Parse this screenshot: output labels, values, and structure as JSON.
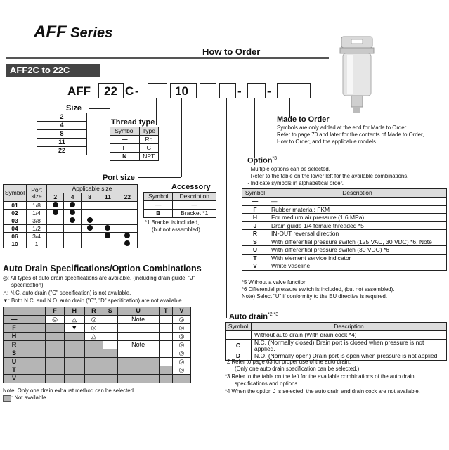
{
  "series_title": "AFF Series",
  "series_title_bold": "AFF",
  "series_title_rest": " Series",
  "how_to_order": "How to Order",
  "range": "AFF2C to 22C",
  "code": {
    "prefix": "AFF",
    "size": "22",
    "c": "C",
    "dash": "-",
    "ten": "10",
    "dash2": "-",
    "dash3": "-"
  },
  "size": {
    "title": "Size",
    "rows": [
      "2",
      "4",
      "8",
      "11",
      "22"
    ]
  },
  "thread": {
    "title": "Thread type",
    "headers": [
      "Symbol",
      "Type"
    ],
    "rows": [
      [
        "—",
        "Rc"
      ],
      [
        "F",
        "G"
      ],
      [
        "N",
        "NPT"
      ]
    ]
  },
  "port": {
    "title": "Port size",
    "h_symbol": "Symbol",
    "h_port": "Port size",
    "h_app": "Applicable size",
    "sizes": [
      "2",
      "4",
      "8",
      "11",
      "22"
    ],
    "rows": [
      {
        "sym": "01",
        "port": "1/8",
        "dots": [
          1,
          1,
          0,
          0,
          0
        ]
      },
      {
        "sym": "02",
        "port": "1/4",
        "dots": [
          1,
          1,
          0,
          0,
          0
        ]
      },
      {
        "sym": "03",
        "port": "3/8",
        "dots": [
          0,
          1,
          1,
          0,
          0
        ]
      },
      {
        "sym": "04",
        "port": "1/2",
        "dots": [
          0,
          0,
          1,
          1,
          0
        ]
      },
      {
        "sym": "06",
        "port": "3/4",
        "dots": [
          0,
          0,
          0,
          1,
          1
        ]
      },
      {
        "sym": "10",
        "port": "1",
        "dots": [
          0,
          0,
          0,
          0,
          1
        ]
      }
    ]
  },
  "accessory": {
    "title": "Accessory",
    "headers": [
      "Symbol",
      "Description"
    ],
    "rows": [
      [
        "—",
        "—"
      ],
      [
        "B",
        "Bracket *1"
      ]
    ],
    "note1": "*1  Bracket is included,",
    "note2": "(but not assembled)."
  },
  "made": {
    "title": "Made to Order",
    "l1": "Symbols are only added at the end for Made to Order.",
    "l2": "Refer to page 70 and later for the contents of Made to Order,",
    "l3": "How to Order, and the applicable models."
  },
  "option": {
    "title": "Option",
    "sup": "*3",
    "l1": "· Multiple options can be selected.",
    "l2": "· Refer to the table on the lower left for the available combinations.",
    "l3": "· Indicate symbols in alphabetical order.",
    "headers": [
      "Symbol",
      "Description"
    ],
    "rows": [
      [
        "—",
        "—"
      ],
      [
        "F",
        "Rubber material: FKM"
      ],
      [
        "H",
        "For medium air pressure (1.6 MPa)"
      ],
      [
        "J",
        "Drain guide 1/4 female threaded *5"
      ],
      [
        "R",
        "IN-OUT reversal direction"
      ],
      [
        "S",
        "With differential pressure switch (125 VAC, 30 VDC) *6, Note"
      ],
      [
        "U",
        "With differential pressure switch (30 VDC) *6"
      ],
      [
        "T",
        "With element service indicator"
      ],
      [
        "V",
        "White vaseline"
      ]
    ],
    "n5": "*5  Without a valve function",
    "n6": "*6  Differential pressure switch is included, (but not assembled).",
    "n7": "Note) Select \"U\" if conformity to the EU directive is required."
  },
  "auto": {
    "title": "Auto drain",
    "sup": "*2 *3",
    "headers": [
      "Symbol",
      "Description"
    ],
    "rows": [
      [
        "—",
        "Without auto drain (With drain cock *4)"
      ],
      [
        "C",
        "N.C. (Normally closed) Drain port is closed when pressure is not applied."
      ],
      [
        "D",
        "N.O. (Normally open) Drain port is open when pressure is not applied."
      ]
    ],
    "n2a": "*2  Refer to page 63 for proper use of the auto drain.",
    "n2b": "(Only one auto drain specification can be selected.)",
    "n3a": "*3  Refer to the table on the left for the available combinations of the auto drain",
    "n3b": "specifications and options.",
    "n4": "*4  When the option J is selected, the auto drain and drain cock are not available."
  },
  "combo": {
    "title": "Auto Drain Specifications/Option Combinations",
    "l1": "◎: All types of auto drain specifications are available. (including drain guide, \"J\"",
    "l1b": "specification)",
    "l2": "△: N.C. auto drain (\"C\" specification) is not available.",
    "l3": "▼: Both N.C. and N.O. auto drain (\"C\", \"D\" specification) are not available.",
    "cols": [
      "—",
      "F",
      "H",
      "R",
      "S",
      "U",
      "T",
      "V"
    ],
    "rows": [
      {
        "r": "—",
        "c": [
          "",
          "◎",
          "△",
          "◎",
          "",
          "Note",
          "",
          "◎"
        ]
      },
      {
        "r": "F",
        "c": [
          "",
          "",
          "▼",
          "◎",
          "",
          "",
          "",
          "◎"
        ]
      },
      {
        "r": "H",
        "c": [
          "",
          "",
          "",
          "△",
          "",
          "",
          "",
          "◎"
        ]
      },
      {
        "r": "R",
        "c": [
          "",
          "",
          "",
          "",
          "",
          "Note",
          "",
          "◎"
        ]
      },
      {
        "r": "S",
        "c": [
          "",
          "",
          "",
          "",
          "",
          "",
          "",
          "◎"
        ]
      },
      {
        "r": "U",
        "c": [
          "",
          "",
          "",
          "",
          "",
          "",
          "",
          "◎"
        ]
      },
      {
        "r": "T",
        "c": [
          "",
          "",
          "",
          "",
          "",
          "",
          "",
          "◎"
        ]
      },
      {
        "r": "V",
        "c": [
          "",
          "",
          "",
          "",
          "",
          "",
          "",
          ""
        ]
      }
    ],
    "foot1": "Note: Only one drain exhaust method can be selected.",
    "foot2": ": Not available"
  }
}
